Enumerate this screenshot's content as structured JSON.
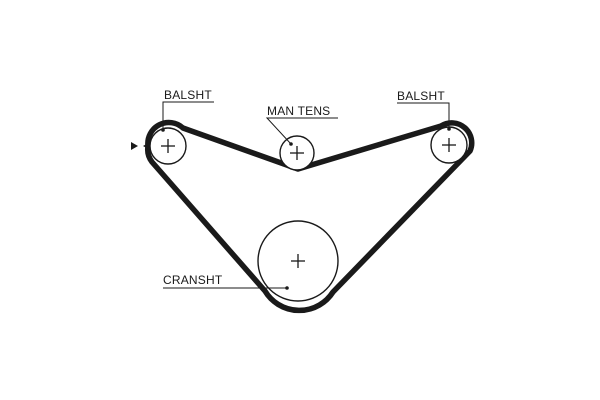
{
  "diagram": {
    "labels": {
      "balance_shaft_left": "BALSHT",
      "tensioner": "MAN TENS",
      "balance_shaft_right": "BALSHT",
      "crankshaft": "CRANSHT"
    },
    "colors": {
      "ink": "#1a1a1a",
      "background": "#ffffff"
    }
  }
}
